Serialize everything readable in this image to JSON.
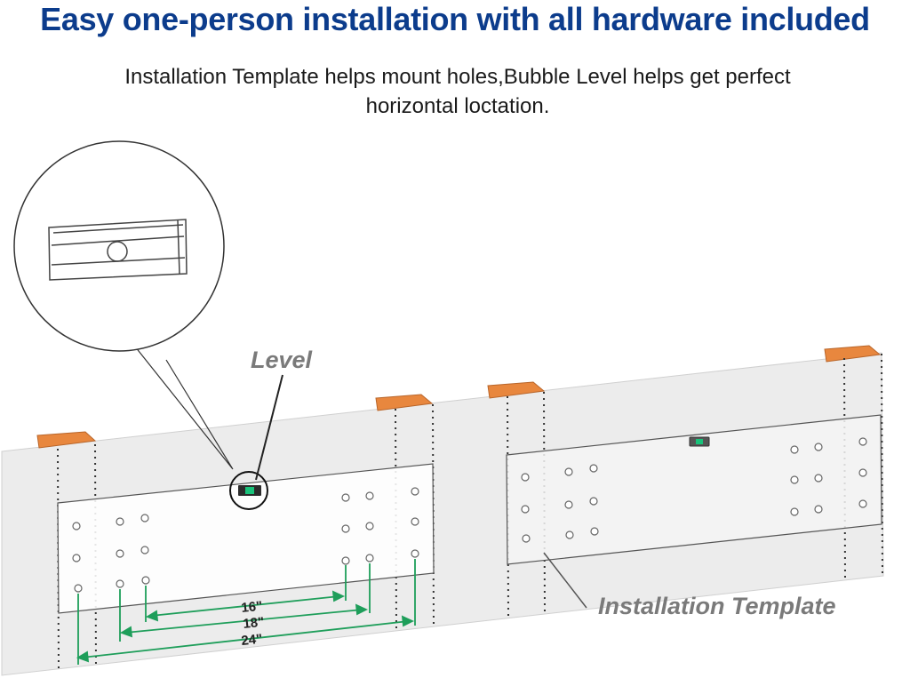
{
  "header": {
    "title": "Easy one-person installation with all hardware included",
    "subtitle_line1": "Installation Template helps mount holes,Bubble Level helps get perfect",
    "subtitle_line2": "horizontal loctation."
  },
  "labels": {
    "level": "Level",
    "installation_template": "Installation Template"
  },
  "dimensions": {
    "d16": "16\"",
    "d18": "18\"",
    "d24": "24\""
  },
  "colors": {
    "title": "#0c3c8c",
    "wall": "#ececec",
    "stud_top": "#e8873e",
    "dimension_line": "#1e9e5a",
    "bubble": "#19c27a"
  }
}
